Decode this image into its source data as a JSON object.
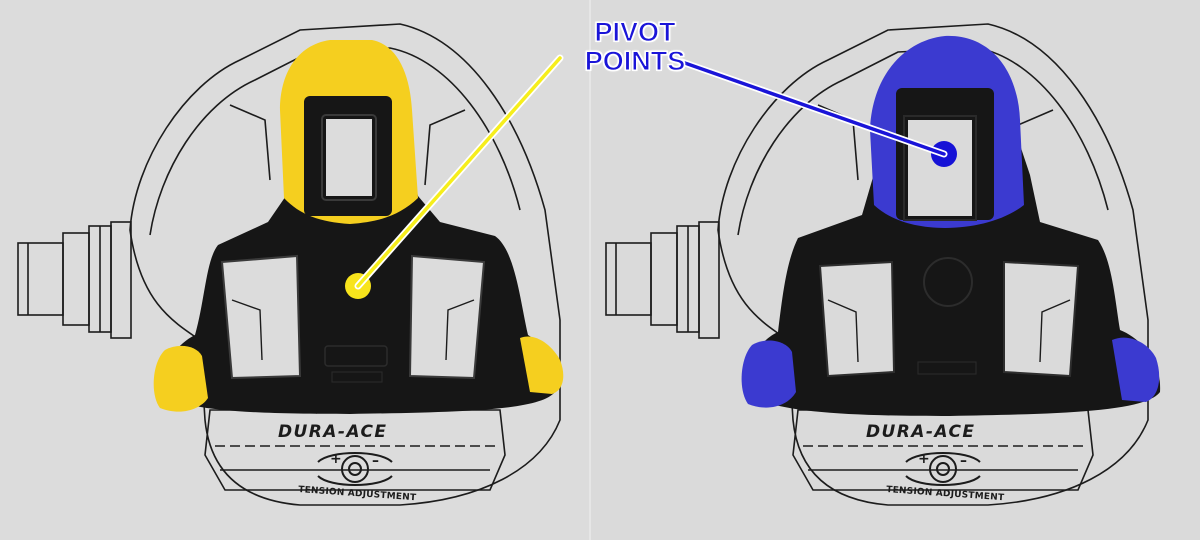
{
  "callout": {
    "line1": "PIVOT",
    "line2": "POINTS"
  },
  "left_pedal": {
    "brand_label": "DURA-ACE",
    "tension_label": "TENSION ADJUSTMENT",
    "cleat_color": "#f5cf1f",
    "pivot_color": "#f8e41c"
  },
  "right_pedal": {
    "brand_label": "DURA-ACE",
    "tension_label": "TENSION ADJUSTMENT",
    "cleat_color": "#3b3ad0",
    "pivot_color": "#1612d6"
  },
  "colors": {
    "callout_text": "#1a14d8",
    "pointer_yellow": "#f6ee1c",
    "pointer_blue": "#1a14d8",
    "cleat_black": "#161616"
  }
}
